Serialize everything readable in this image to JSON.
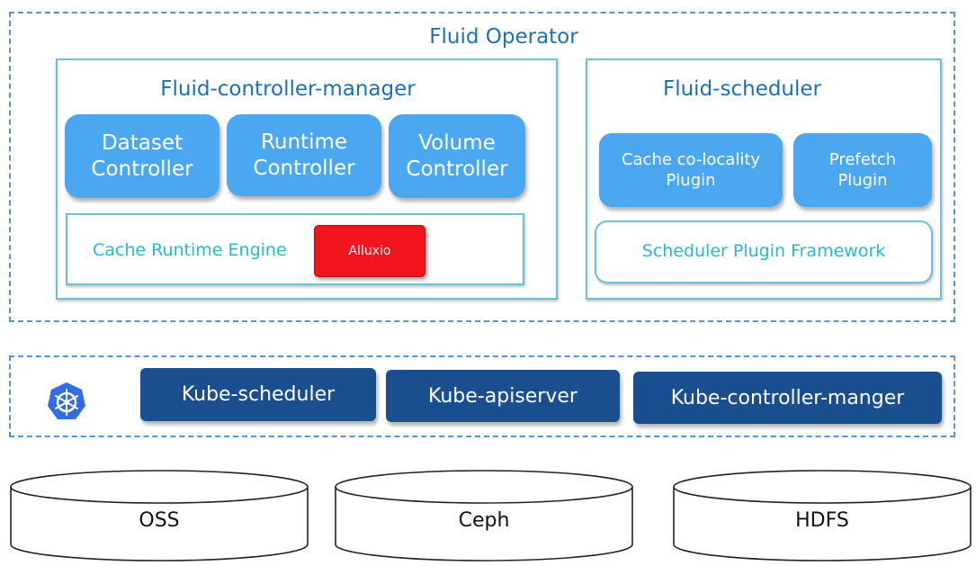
{
  "fluid_operator": {
    "title": "Fluid Operator",
    "controller_manager": {
      "title": "Fluid-controller-manager",
      "controllers": [
        "Dataset\nController",
        "Runtime\nController",
        "Volume\nController"
      ],
      "engine_label": "Cache Runtime Engine",
      "engine_badge": "Alluxio"
    },
    "scheduler": {
      "title": "Fluid-scheduler",
      "plugins": [
        "Cache co-locality\nPlugin",
        "Prefetch\nPlugin"
      ],
      "framework_label": "Scheduler Plugin Framework"
    }
  },
  "kubernetes": {
    "logo_icon": "kubernetes-helm-icon",
    "components": [
      "Kube-scheduler",
      "Kube-apiserver",
      "Kube-controller-manger"
    ]
  },
  "storage": [
    "OSS",
    "Ceph",
    "HDFS"
  ],
  "colors": {
    "dashed_border": "#5a93c8",
    "panel_border": "#6cc2cf",
    "light_blue": "#4ba7ef",
    "dark_blue": "#1a4f8f",
    "teal_text": "#2cb8c8",
    "alluxio_red": "#f2141c",
    "title_blue": "#1f6fb4",
    "k8s_logo": "#326ce5"
  }
}
